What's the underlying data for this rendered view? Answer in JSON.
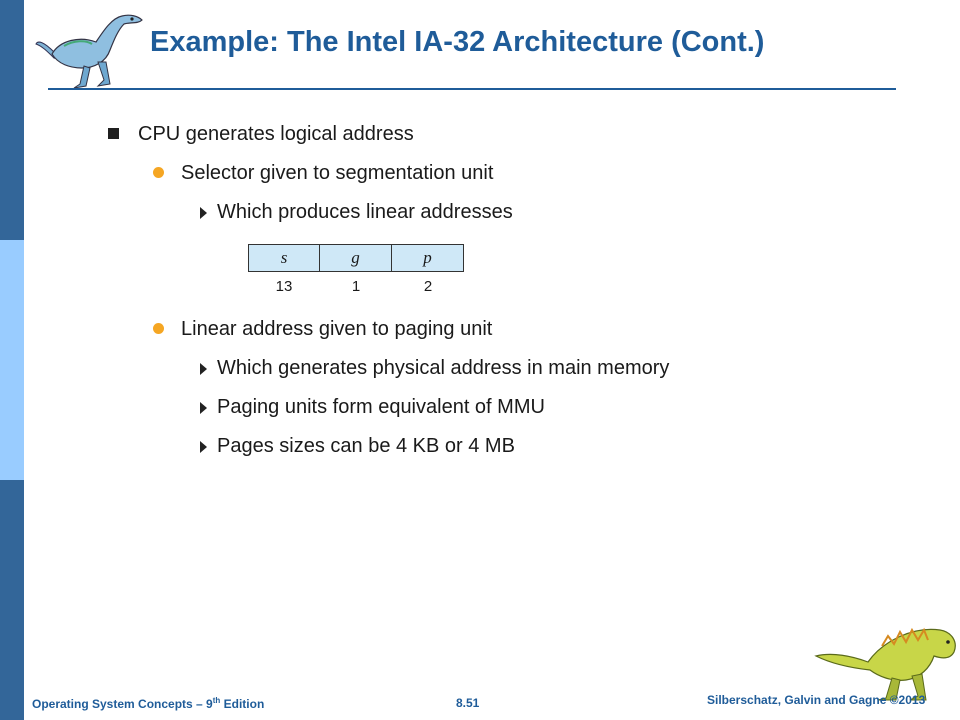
{
  "slide": {
    "title": "Example: The Intel IA-32 Architecture (Cont.)",
    "bullets": [
      {
        "level": 1,
        "text": "CPU generates logical address"
      },
      {
        "level": 2,
        "text": "Selector given to segmentation unit"
      },
      {
        "level": 3,
        "text": "Which produces linear addresses"
      },
      {
        "level": 2,
        "text": "Linear address given to paging unit"
      },
      {
        "level": 3,
        "text": "Which generates physical address in main memory"
      },
      {
        "level": 3,
        "text": "Paging units form equivalent of MMU"
      },
      {
        "level": 3,
        "text": "Pages sizes can be 4 KB or 4 MB"
      }
    ],
    "address_format": {
      "fields": [
        "s",
        "g",
        "p"
      ],
      "bits": [
        "13",
        "1",
        "2"
      ]
    }
  },
  "footer": {
    "left_prefix": "Operating System Concepts – 9",
    "left_sup": "th",
    "left_suffix": " Edition",
    "page": "8.51",
    "right": "Silberschatz, Galvin and Gagne ©2013"
  },
  "colors": {
    "title": "#1f5c99",
    "sidebar_dark": "#336699",
    "sidebar_light": "#99ccff",
    "level2_bullet": "#f5a623",
    "table_fill": "#cfe8f7"
  }
}
